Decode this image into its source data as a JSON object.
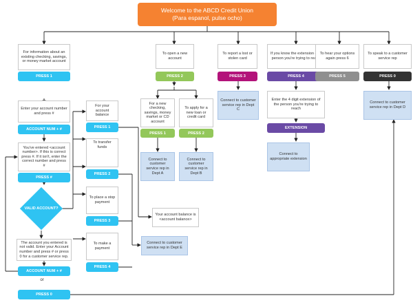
{
  "welcome": {
    "line1": "Welcome to the ABCD Credit Union",
    "line2": "(Para espanol, pulse ocho)"
  },
  "branches": {
    "existing": {
      "text": "For information about an existing checking, savings, or money market account",
      "button": "PRESS 1"
    },
    "new_account": {
      "text": "To open a new account",
      "button": "PRESS 2"
    },
    "lost_card": {
      "text": "To report a lost or stolen card",
      "button": "PRESS 3"
    },
    "extension": {
      "text": "If you know the extension of a person you're trying to reach",
      "button": "PRESS 4"
    },
    "repeat": {
      "text": "To hear your options again press 6",
      "button": "PRESS 5"
    },
    "rep": {
      "text": "To speak to a customer service rep",
      "button": "PRESS 0"
    }
  },
  "existing_flow": {
    "enter_account": "Enter your account number and press #",
    "account_num_btn": "ACCOUNT NUM + #",
    "confirm_text": "You've entered <account number>.  If this is correct press #.  If it isn't, enter the correct number and press #",
    "press_hash_btn": "PRESS #",
    "valid_account": "VALID ACCOUNT?",
    "invalid_text": "The account you entered is not valid.  Enter your Account number and press # or press 0 for a customer service rep.",
    "account_num_btn2": "ACCOUNT NUM + #",
    "or_label": "or",
    "press0_btn": "PRESS 0"
  },
  "account_menu": {
    "balance": {
      "text": "For your account balance",
      "button": "PRESS 1"
    },
    "transfer": {
      "text": "To transfer funds",
      "button": "PRESS 2"
    },
    "stop_payment": {
      "text": "To place a stop payment",
      "button": "PRESS 3"
    },
    "make_payment": {
      "text": "To make a payment",
      "button": "PRESS 4"
    },
    "balance_result": "Your account balance is <account balance>",
    "dept_e": "Connect to customer service rep in Dept E"
  },
  "new_account_menu": {
    "checking": {
      "text": "For a new checking, savings, money market or CD account",
      "button": "PRESS 1",
      "result": "Connect to customer service rep in Dept A"
    },
    "loan": {
      "text": "To apply for a new loan or credit card",
      "button": "PRESS 2",
      "result": "Connect to customer service rep in Dept B"
    }
  },
  "lost_card_result": "Connect to customer service rep in Dept C",
  "extension_flow": {
    "enter_text": "Enter the 4 digit extension of the person you're trying to reach",
    "button": "EXTENSION",
    "result": "Connect to appropriate extension"
  },
  "rep_result": "Connect to customer service rep in Dept D",
  "colors": {
    "orange": "#f58231",
    "cyan": "#2fc3f2",
    "green": "#93c75a",
    "magenta": "#b3137a",
    "purple": "#6a4aa5",
    "gray": "#8f8f8f",
    "dark": "#333333",
    "connect_fill": "#cfe0f3"
  }
}
